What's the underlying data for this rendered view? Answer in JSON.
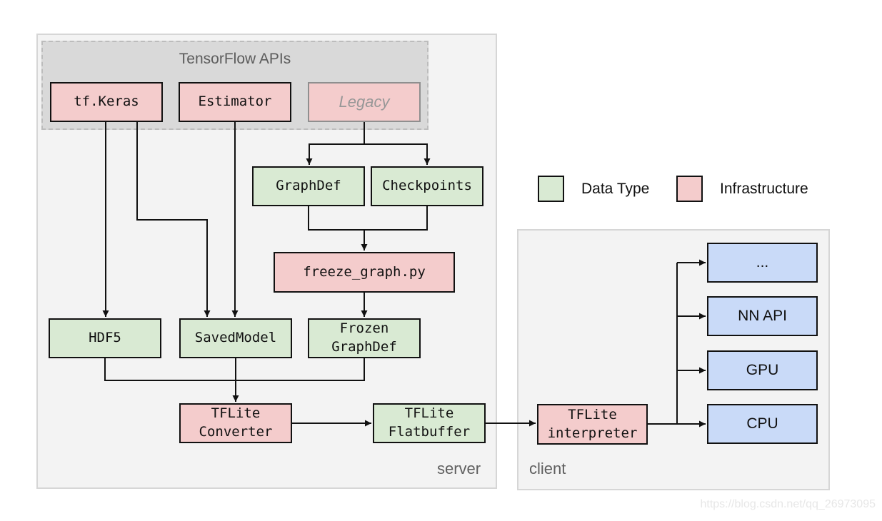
{
  "diagram": {
    "legend": {
      "data_type_label": "Data Type",
      "infrastructure_label": "Infrastructure"
    },
    "server": {
      "label": "server",
      "tensorflow_apis": {
        "title": "TensorFlow APIs",
        "tf_keras": "tf.Keras",
        "estimator": "Estimator",
        "legacy": "Legacy"
      },
      "graphdef": "GraphDef",
      "checkpoints": "Checkpoints",
      "freeze_graph": "freeze_graph.py",
      "hdf5": "HDF5",
      "savedmodel": "SavedModel",
      "frozen_graphdef": "Frozen\nGraphDef",
      "tflite_converter": "TFLite\nConverter",
      "tflite_flatbuffer": "TFLite\nFlatbuffer"
    },
    "client": {
      "label": "client",
      "tflite_interpreter": "TFLite\ninterpreter",
      "delegates": [
        "...",
        "NN API",
        "GPU",
        "CPU"
      ]
    },
    "colors": {
      "data_type": "#d9ead3",
      "infrastructure": "#f4cccc",
      "delegate": "#c9daf8",
      "apis_group_fill": "#d9d9d9",
      "container_fill": "#f3f3f3",
      "line": "#111111"
    },
    "watermark": "https://blog.csdn.net/qq_26973095"
  }
}
